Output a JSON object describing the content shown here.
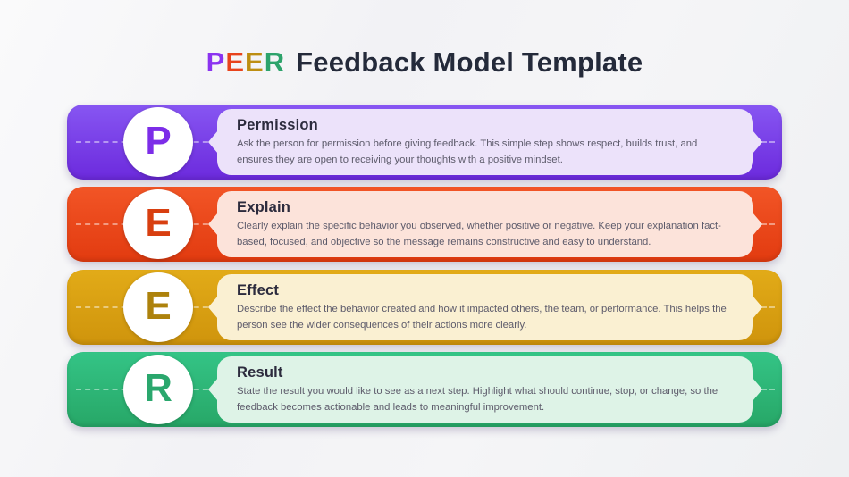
{
  "page": {
    "background": "#f3f3f5",
    "title_color": "#242a3a"
  },
  "title": {
    "acronym": [
      {
        "char": "P",
        "color": "#8b33f0"
      },
      {
        "char": "E",
        "color": "#e8431c"
      },
      {
        "char": "E",
        "color": "#bd8e12"
      },
      {
        "char": "R",
        "color": "#2da36b"
      }
    ],
    "rest": "Feedback Model Template"
  },
  "rows": [
    {
      "letter": "P",
      "title": "Permission",
      "body": "Ask the person for permission before giving feedback. This simple step shows respect, builds trust, and ensures they are open to receiving your thoughts with a positive mindset.",
      "colors": {
        "band_from": "#8756f2",
        "band_to": "#6c2add",
        "panel": "#ece2fa",
        "letter": "#7c2de8"
      }
    },
    {
      "letter": "E",
      "title": "Explain",
      "body": "Clearly explain the specific behavior you observed, whether positive or negative. Keep your explanation fact-based, focused, and objective so the message remains constructive and easy to understand.",
      "colors": {
        "band_from": "#f25526",
        "band_to": "#e23b10",
        "panel": "#fce3da",
        "letter": "#d83f10"
      }
    },
    {
      "letter": "E",
      "title": "Effect",
      "body": "Describe the effect the behavior created and how it impacted others, the team, or performance. This helps the person see the wider consequences of their actions more clearly.",
      "colors": {
        "band_from": "#e2ab18",
        "band_to": "#cf940c",
        "panel": "#faf0d2",
        "letter": "#ad820c"
      }
    },
    {
      "letter": "R",
      "title": "Result",
      "body": "State the result you would like to see as a next step. Highlight what should continue, stop, or change, so the feedback becomes actionable and leads to meaningful improvement.",
      "colors": {
        "band_from": "#34c486",
        "band_to": "#27a767",
        "panel": "#def3e7",
        "letter": "#2aa76d"
      }
    }
  ]
}
